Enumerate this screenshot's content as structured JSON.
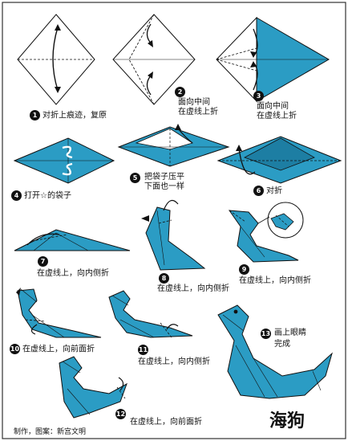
{
  "colors": {
    "paper": "#2b9cc4",
    "paper_dark": "#1d7ea3",
    "line": "#111111",
    "border": "#333333"
  },
  "steps": [
    {
      "num": "1",
      "text": "对折上痕迹，复原"
    },
    {
      "num": "2",
      "line1": "面向中间",
      "line2": "在虚线上折"
    },
    {
      "num": "3",
      "line1": "面向中间",
      "line2": "在虚线上折"
    },
    {
      "num": "4",
      "text": "打开☆的袋子"
    },
    {
      "num": "5",
      "line1": "把袋子压平",
      "line2": "下面也一样"
    },
    {
      "num": "6",
      "text": "对折"
    },
    {
      "num": "7",
      "text": "在虚线上，向内侧折"
    },
    {
      "num": "8",
      "text": "在虚线上，向内侧折"
    },
    {
      "num": "9",
      "text": "在虚线上，向内侧折"
    },
    {
      "num": "10",
      "text": "在虚线上，向前面折"
    },
    {
      "num": "11",
      "text": "在虚线上，向内侧折"
    },
    {
      "num": "12",
      "text": "在虚线上，向前面折"
    },
    {
      "num": "13",
      "line1": "画上眼睛",
      "line2": "完成"
    }
  ],
  "title": "海狗",
  "credit": "制作，图案：新宫文明"
}
